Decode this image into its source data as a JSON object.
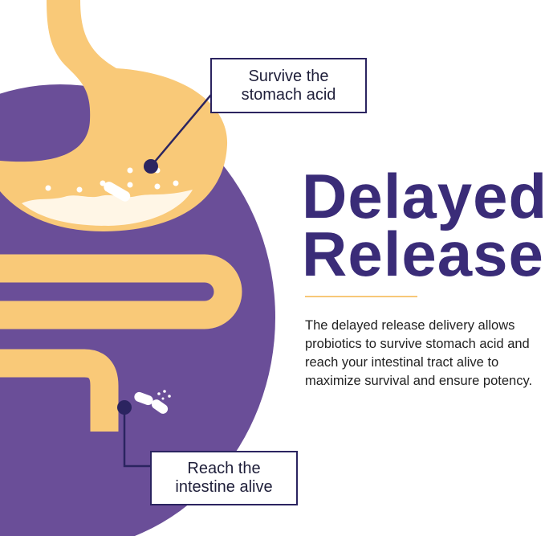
{
  "labels": {
    "stomach": [
      "Survive the",
      "stomach acid"
    ],
    "intestine": [
      "Reach the",
      "intestine alive"
    ]
  },
  "heading": {
    "line1": "Delayed",
    "line2": "Release"
  },
  "description": "The delayed release delivery allows probiotics to survive stomach acid and reach your intestinal tract alive to maximize survival and ensure potency.",
  "colors": {
    "purple": "#6a4e98",
    "yellow": "#f9c978",
    "navy": "#2b2460",
    "title": "#3a2c78"
  }
}
